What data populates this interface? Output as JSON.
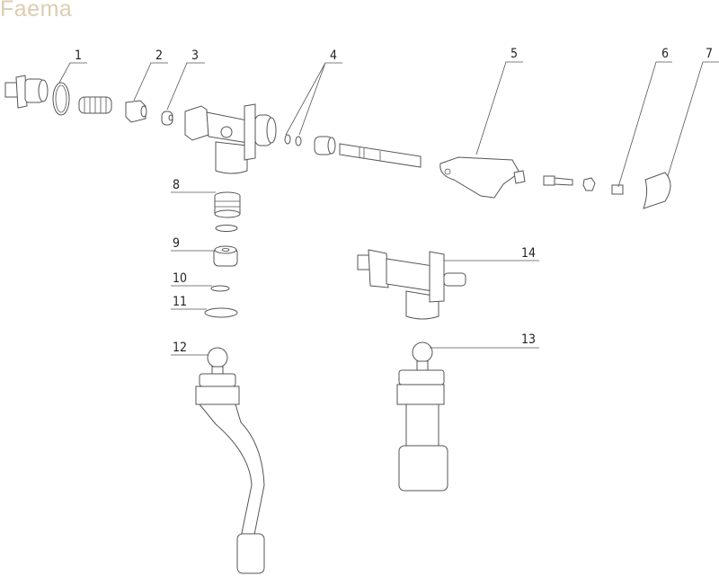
{
  "brand": "Faema",
  "callouts": [
    "1",
    "2",
    "3",
    "4",
    "5",
    "6",
    "7",
    "8",
    "9",
    "10",
    "11",
    "12",
    "13",
    "14"
  ],
  "colors": {
    "brand": "#dccdb0",
    "line": "#555555"
  }
}
